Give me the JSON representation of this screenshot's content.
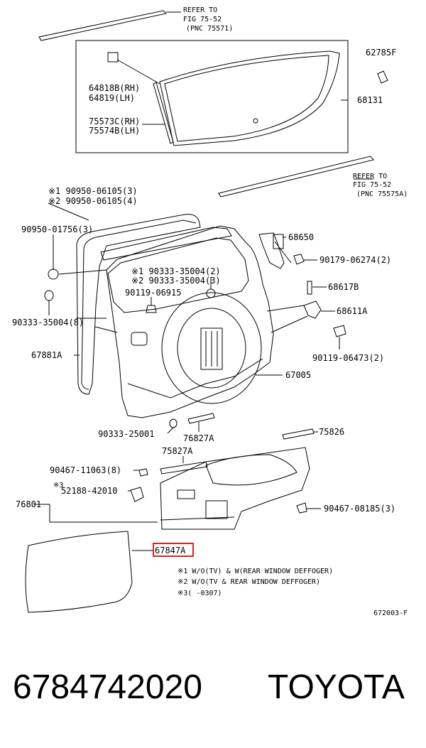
{
  "callouts": {
    "refer_top_1": "REFER TO",
    "refer_top_2": "FIG  75-52",
    "refer_top_3": "(PNC 75571)",
    "p62785F": "62785F",
    "p68131": "68131",
    "p64818B": "64818B(RH)",
    "p64819": "64819(LH)",
    "p75573C": "75573C(RH)",
    "p75574B": "75574B(LH)",
    "refer_mid_1": "REFER TO",
    "refer_mid_2": "FIG  75-52",
    "refer_mid_3": "(PNC 75575A)",
    "p90950a": "※1 90950-06105(3)",
    "p90950b": "※2 90950-06105(4)",
    "p90950c": "90950-01756(3)",
    "p68650": "68650",
    "p90179": "90179-06274(2)",
    "p90333a": "※1 90333-35004(2)",
    "p90333b": "※2 90333-35004(3)",
    "p90119a": "90119-06915",
    "p68617B": "68617B",
    "p68611A": "68611A",
    "p90333c": "90333-35004(8)",
    "p67881A": "67881A",
    "p90119b": "90119-06473(2)",
    "p67005": "67005",
    "p90333d": "90333-25001",
    "p76827A": "76827A",
    "p75826": "75826",
    "p75827A": "75827A",
    "p90467a": "90467-11063(8)",
    "p52188_mark": "※3",
    "p52188": "52188-42010",
    "p76801": "76801",
    "p90467b": "90467-08185(3)",
    "p67847A": "67847A"
  },
  "notes": {
    "n1": "※1 W/O(TV) & W(REAR WINDOW DEFFOGER)",
    "n2": "※2 W/O(TV & REAR WINDOW DEFFOGER)",
    "n3": "※3(    -0307)",
    "fig_code": "672003-F"
  },
  "footer": {
    "part_number": "6784742020",
    "brand": "TOYOTA"
  },
  "colors": {
    "highlight": "#e02020",
    "ink": "#000000"
  }
}
